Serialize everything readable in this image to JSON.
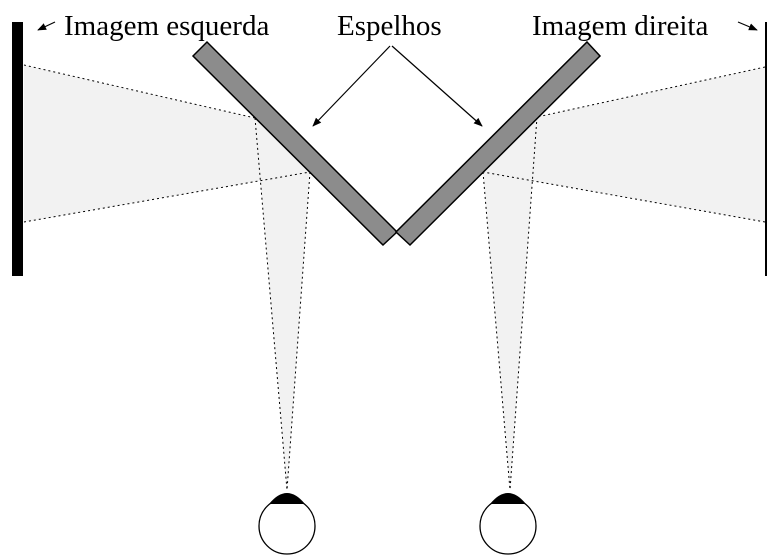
{
  "labels": {
    "left_image": "Imagem esquerda",
    "mirrors": "Espelhos",
    "right_image": "Imagem direita"
  },
  "colors": {
    "ink": "#000000",
    "mirror_fill": "#8c8c8c",
    "beam_fill": "#f2f2f2",
    "background": "#ffffff"
  }
}
